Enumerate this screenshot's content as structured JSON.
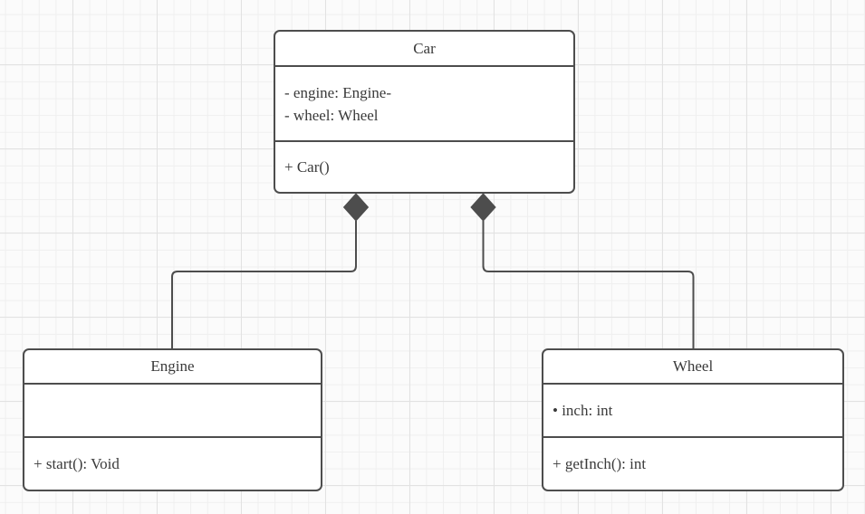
{
  "diagram": {
    "kind": "uml-class-diagram",
    "classes": [
      {
        "title": "Car",
        "attributes": [
          "- engine: Engine-",
          "- wheel: Wheel"
        ],
        "methods": [
          "+ Car()"
        ]
      },
      {
        "title": "Engine",
        "attributes": [],
        "methods": [
          "+ start(): Void"
        ]
      },
      {
        "title": "Wheel",
        "attributes": [
          "• inch: int"
        ],
        "methods": [
          "+ getInch(): int"
        ]
      }
    ],
    "relationships": [
      {
        "from": "Car",
        "to": "Engine",
        "type": "composition",
        "marker": "filled-diamond"
      },
      {
        "from": "Car",
        "to": "Wheel",
        "type": "composition",
        "marker": "filled-diamond"
      }
    ]
  },
  "colors": {
    "shape_border": "#4d4d4d",
    "shape_fill": "#ffffff",
    "text": "#3a3a3a",
    "diamond_fill": "#4d4d4d",
    "connector": "#4d4d4d",
    "grid_minor": "#efefef",
    "grid_major": "#e2e2e2",
    "background": "#fbfbfb"
  }
}
